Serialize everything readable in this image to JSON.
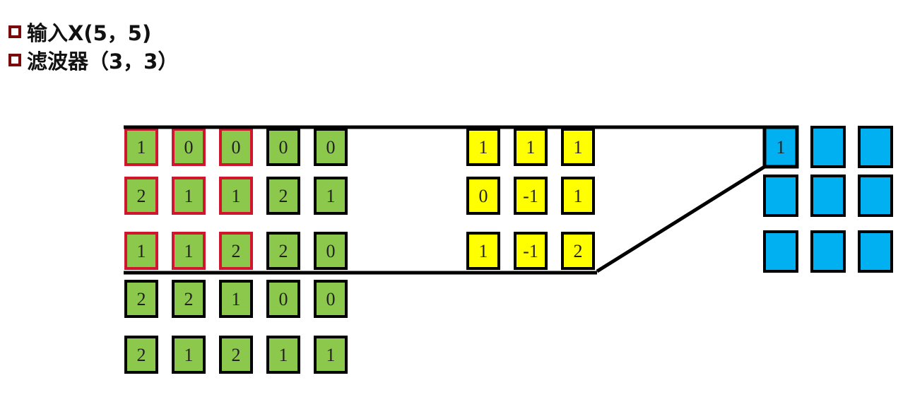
{
  "titles": [
    {
      "text": "输入X(5，5)"
    },
    {
      "text": "滤波器（3，3）"
    }
  ],
  "colors": {
    "bullet": "#7a0a0a",
    "input_fill": "#8bc84c",
    "filter_fill": "#ffff00",
    "output_fill": "#00b0f0",
    "window_highlight": "#d0152e",
    "outline": "#000000"
  },
  "input": [
    [
      "1",
      "0",
      "0",
      "0",
      "0"
    ],
    [
      "2",
      "1",
      "1",
      "2",
      "1"
    ],
    [
      "1",
      "1",
      "2",
      "2",
      "0"
    ],
    [
      "2",
      "2",
      "1",
      "0",
      "0"
    ],
    [
      "2",
      "1",
      "2",
      "1",
      "1"
    ]
  ],
  "filter": [
    [
      "1",
      "1",
      "1"
    ],
    [
      "0",
      "-1",
      "1"
    ],
    [
      "1",
      "-1",
      "2"
    ]
  ],
  "output": [
    [
      "1",
      "",
      ""
    ],
    [
      "",
      "",
      ""
    ],
    [
      "",
      "",
      ""
    ]
  ],
  "window": {
    "rows": 3,
    "cols": 3,
    "row_start": 0,
    "col_start": 0
  }
}
